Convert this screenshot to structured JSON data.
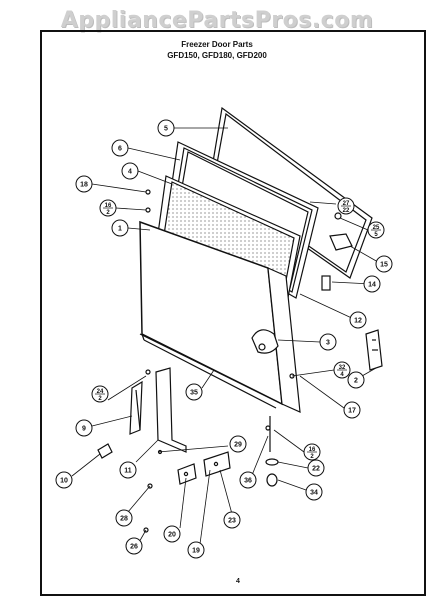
{
  "watermark": "AppliancePartsPros.com",
  "title": "Freezer Door Parts",
  "subtitle": "GFD150, GFD180, GFD200",
  "page_number": "4",
  "callouts": [
    {
      "id": "c5",
      "label": "5"
    },
    {
      "id": "c6",
      "label": "6"
    },
    {
      "id": "c4",
      "label": "4"
    },
    {
      "id": "c18",
      "label": "18"
    },
    {
      "id": "c16a",
      "num": "16",
      "den": "2"
    },
    {
      "id": "c1",
      "label": "1"
    },
    {
      "id": "c27",
      "num": "27",
      "den": "22"
    },
    {
      "id": "c25",
      "num": "25",
      "den": "5"
    },
    {
      "id": "c15",
      "label": "15"
    },
    {
      "id": "c14",
      "label": "14"
    },
    {
      "id": "c12",
      "label": "12"
    },
    {
      "id": "c3",
      "label": "3"
    },
    {
      "id": "c32",
      "num": "32",
      "den": "4"
    },
    {
      "id": "c2",
      "label": "2"
    },
    {
      "id": "c24",
      "num": "24",
      "den": "2"
    },
    {
      "id": "c35",
      "label": "35"
    },
    {
      "id": "c17",
      "label": "17"
    },
    {
      "id": "c9",
      "label": "9"
    },
    {
      "id": "c16b",
      "num": "16",
      "den": "2"
    },
    {
      "id": "c29",
      "label": "29"
    },
    {
      "id": "c22",
      "label": "22"
    },
    {
      "id": "c10",
      "label": "10"
    },
    {
      "id": "c11",
      "label": "11"
    },
    {
      "id": "c36",
      "label": "36"
    },
    {
      "id": "c34",
      "label": "34"
    },
    {
      "id": "c28",
      "label": "28"
    },
    {
      "id": "c20",
      "label": "20"
    },
    {
      "id": "c23",
      "label": "23"
    },
    {
      "id": "c26",
      "label": "26"
    },
    {
      "id": "c19",
      "label": "19"
    }
  ]
}
